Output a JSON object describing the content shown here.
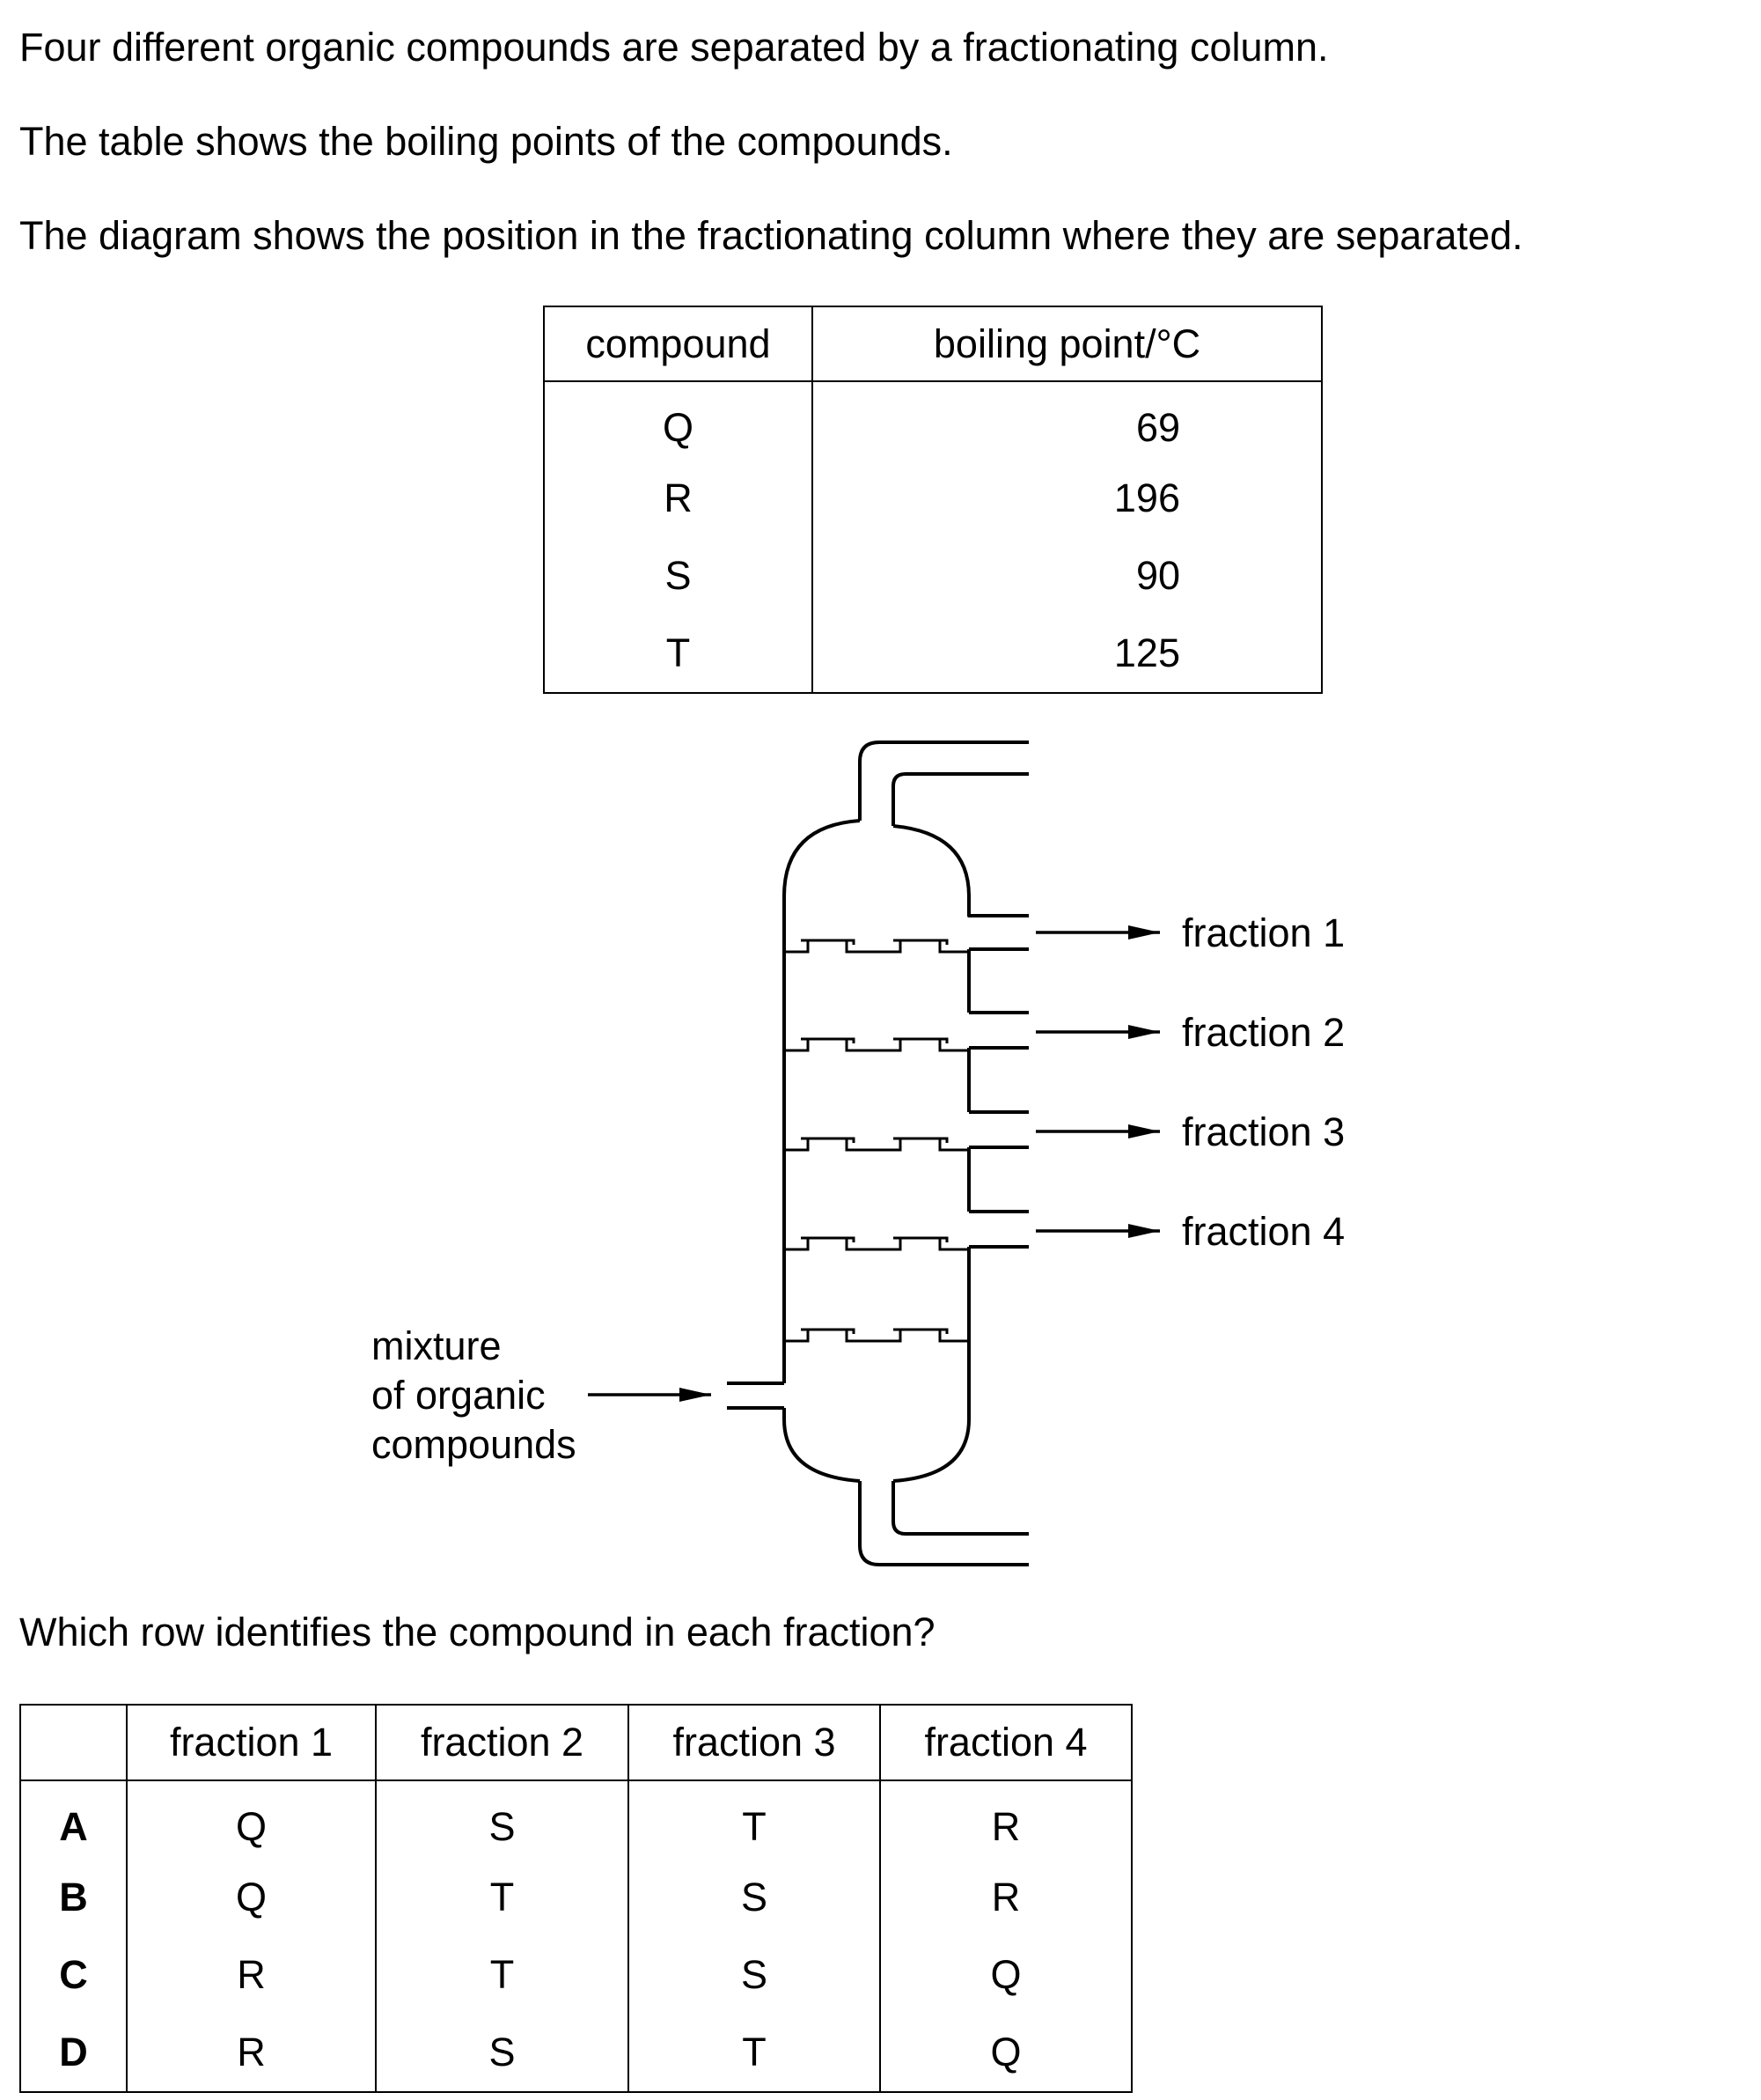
{
  "question": {
    "intro1": "Four different organic compounds are separated by a fractionating column.",
    "intro2": "The table shows the boiling points of the compounds.",
    "intro3": "The diagram shows the position in the fractionating column where they are separated.",
    "prompt": "Which row identifies the compound in each fraction?"
  },
  "boiling_table": {
    "headers": [
      "compound",
      "boiling point/°C"
    ],
    "rows": [
      {
        "compound": "Q",
        "bp": "69"
      },
      {
        "compound": "R",
        "bp": "196"
      },
      {
        "compound": "S",
        "bp": "90"
      },
      {
        "compound": "T",
        "bp": "125"
      }
    ]
  },
  "diagram": {
    "fractions": [
      "fraction 1",
      "fraction 2",
      "fraction 3",
      "fraction 4"
    ],
    "inlet_label": [
      "mixture",
      "of organic",
      "compounds"
    ]
  },
  "answer_table": {
    "headers": [
      "",
      "fraction 1",
      "fraction 2",
      "fraction 3",
      "fraction 4"
    ],
    "rows": [
      {
        "key": "A",
        "values": [
          "Q",
          "S",
          "T",
          "R"
        ]
      },
      {
        "key": "B",
        "values": [
          "Q",
          "T",
          "S",
          "R"
        ]
      },
      {
        "key": "C",
        "values": [
          "R",
          "T",
          "S",
          "Q"
        ]
      },
      {
        "key": "D",
        "values": [
          "R",
          "S",
          "T",
          "Q"
        ]
      }
    ]
  }
}
